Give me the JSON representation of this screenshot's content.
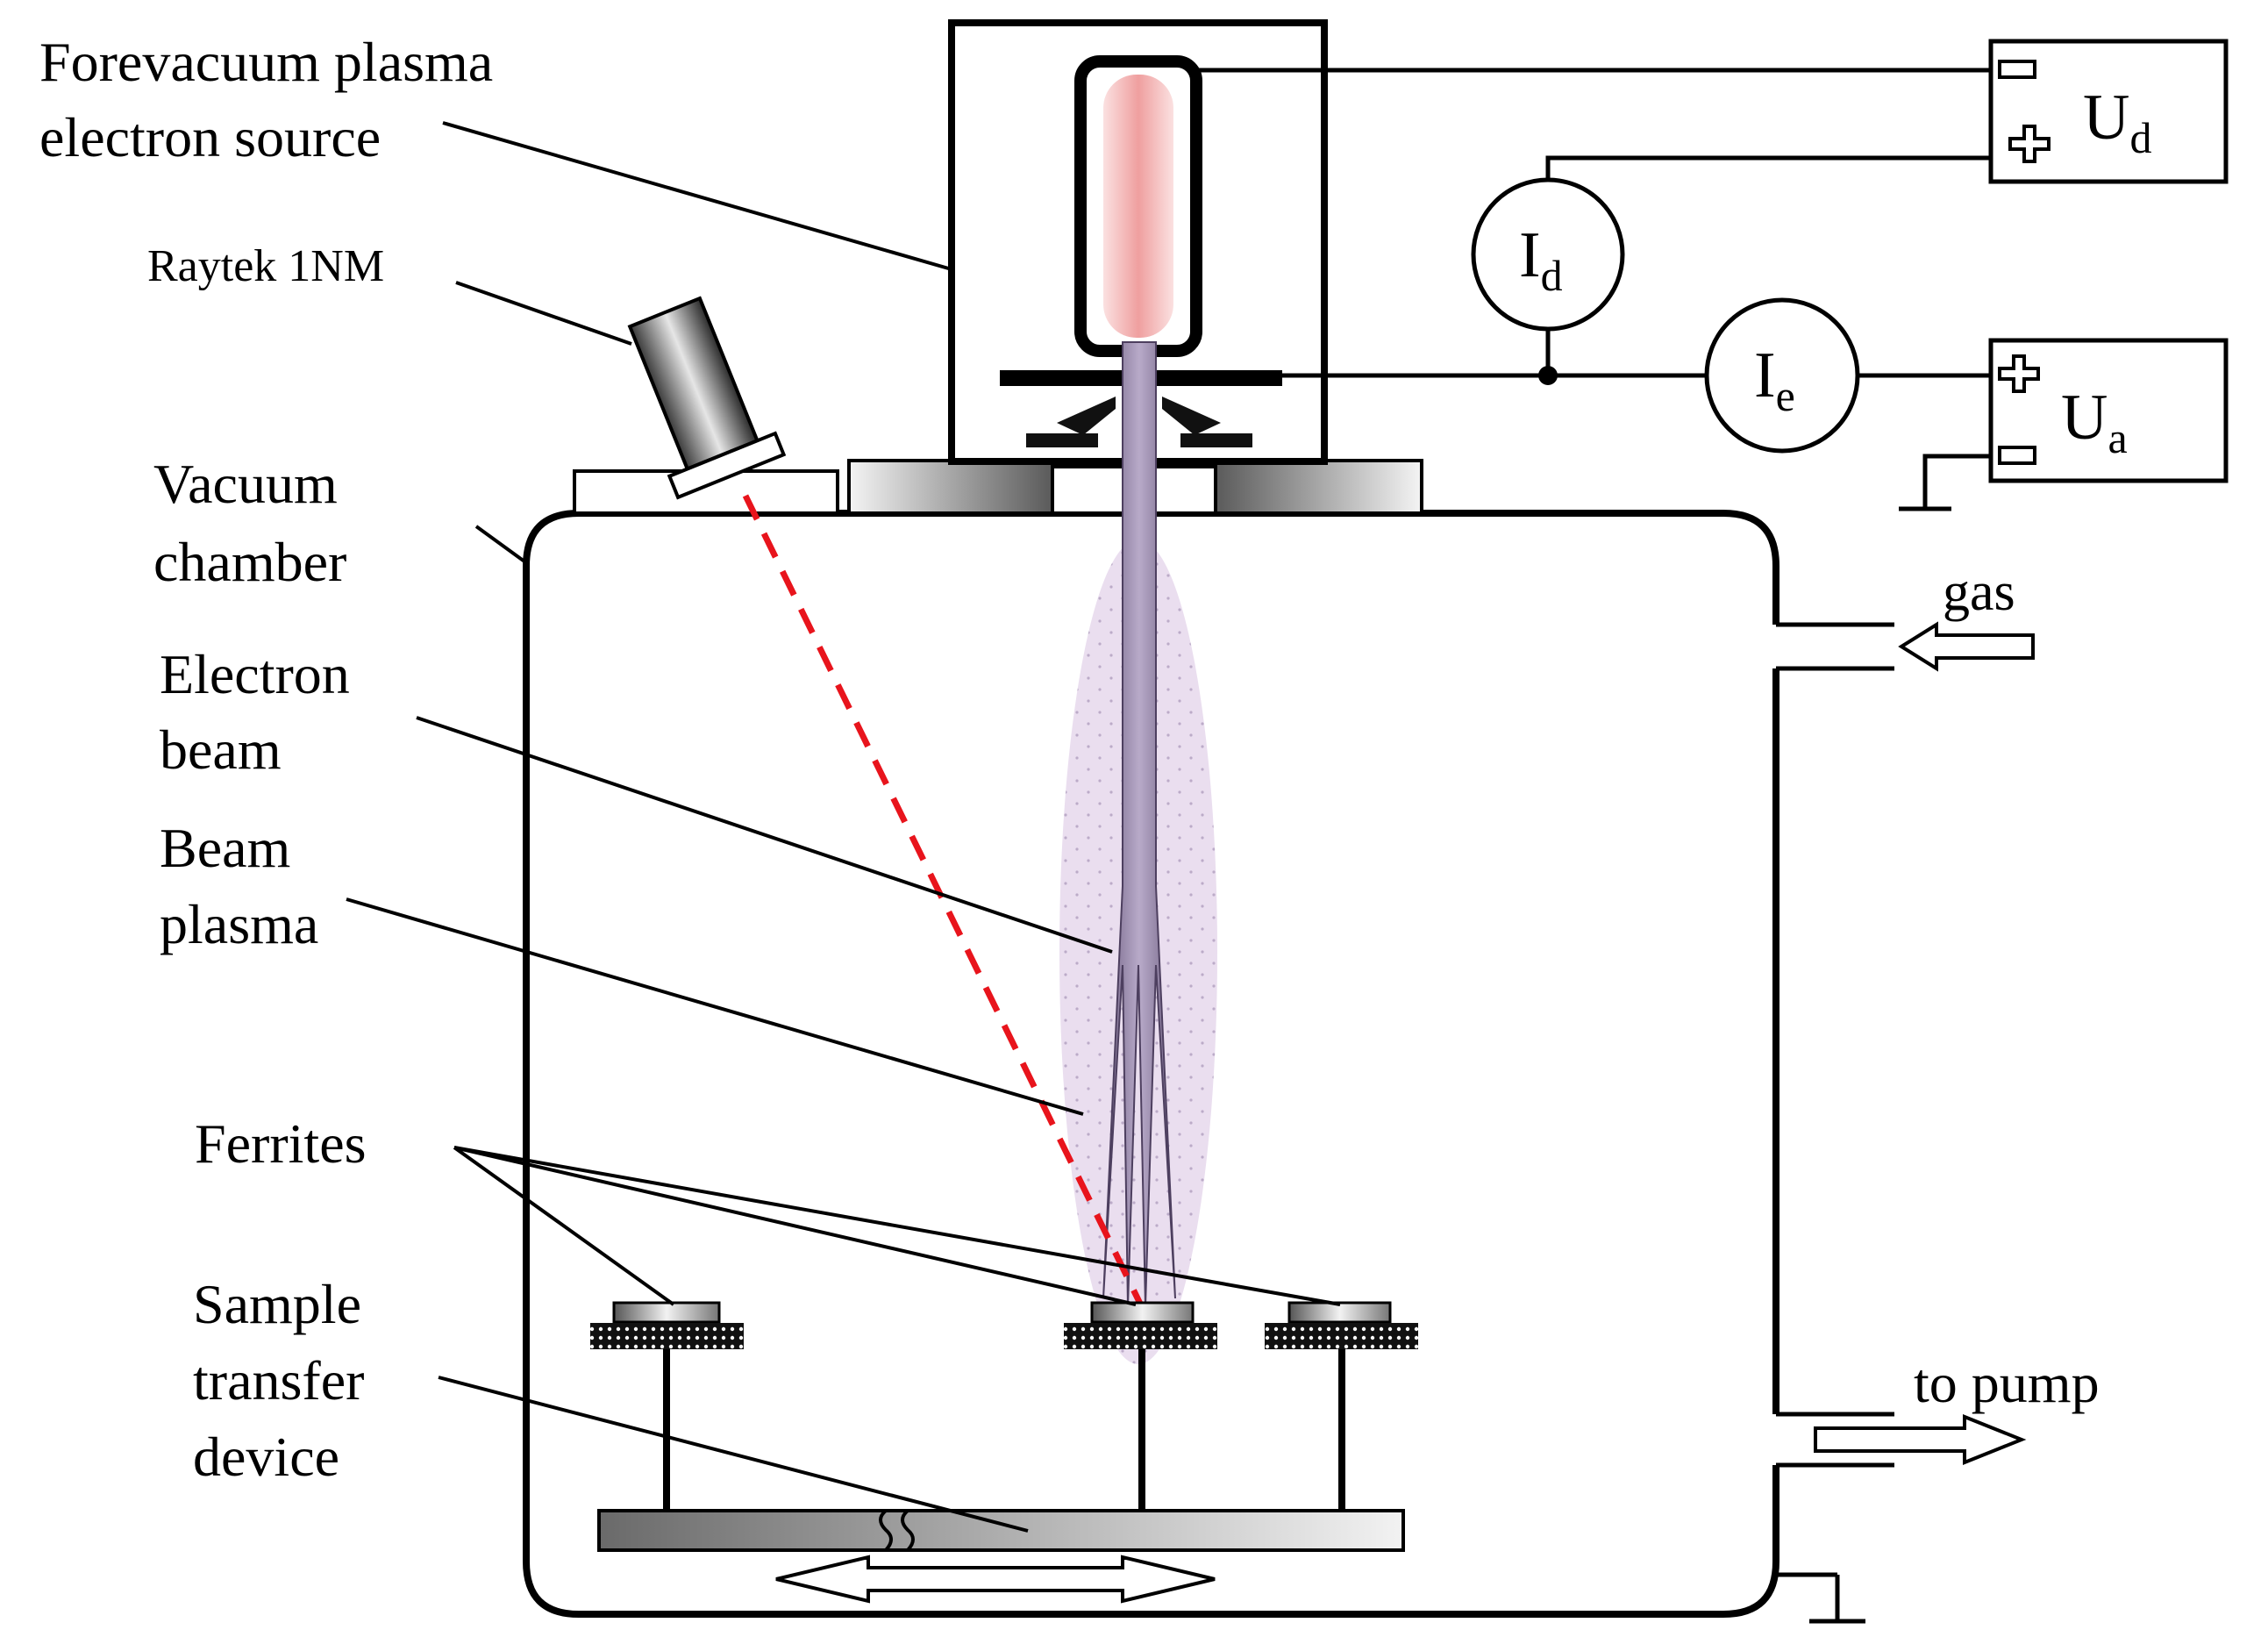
{
  "labels": {
    "source_line1": "Forevacuum plasma",
    "source_line2": "electron source",
    "pyrometer": "Raytek 1NM",
    "chamber_line1": "Vacuum",
    "chamber_line2": "chamber",
    "beam_line1": "Electron",
    "beam_line2": "beam",
    "plasma_line1": "Beam",
    "plasma_line2": "plasma",
    "ferrites": "Ferrites",
    "transfer_line1": "Sample",
    "transfer_line2": "transfer",
    "transfer_line3": "device",
    "gas": "gas",
    "pump": "to pump"
  },
  "circuit": {
    "discharge_voltage_symbol": "U",
    "discharge_voltage_sub": "d",
    "accel_voltage_symbol": "U",
    "accel_voltage_sub": "a",
    "discharge_current_symbol": "I",
    "discharge_current_sub": "d",
    "emission_current_symbol": "I",
    "emission_current_sub": "e",
    "minus": "−",
    "plus": "+"
  },
  "colors": {
    "line": "#000000",
    "laser": "#e8141c",
    "beam": "#8a7a9c",
    "plasma": "#d9c6e3",
    "discharge": "#f2a7a7"
  }
}
